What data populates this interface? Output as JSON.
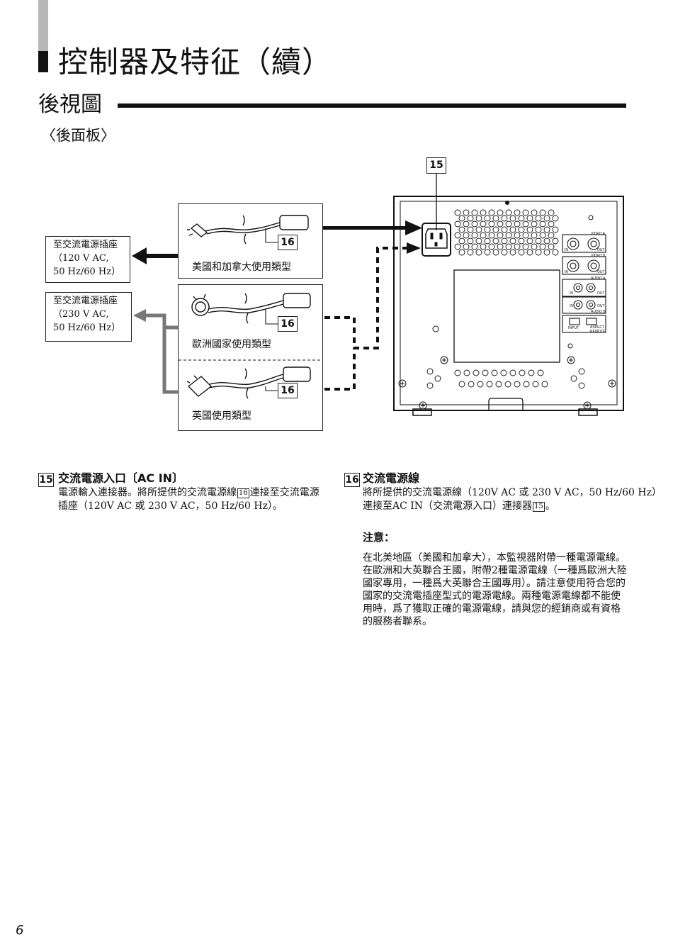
{
  "header": {
    "main_title": "控制器及特征（續）",
    "section_title": "後視圖",
    "panel_subtitle": "〈後面板〉"
  },
  "diagram": {
    "outlet_us": [
      "至交流電源插座",
      "（120 V AC,",
      "50 Hz/60 Hz）"
    ],
    "outlet_eu": [
      "至交流電源插座",
      "（230 V AC,",
      "50 Hz/60 Hz）"
    ],
    "callout_main": "15",
    "cord_number": "16",
    "cord_us_label": "美國和加拿大使用類型",
    "cord_eu_label": "歐洲國家使用類型",
    "cord_uk_label": "英國使用類型",
    "panel_labels": {
      "video_a": "VIDEO A",
      "video_b": "VIDEO B",
      "audio_a": "AUDIO A",
      "audio_b": "AUDIO B",
      "in": "IN",
      "out": "OUT",
      "input": "INPUT",
      "aspect": "ASPECT",
      "remote": "REMOTE"
    }
  },
  "items": {
    "item15": {
      "number": "15",
      "title": "交流電源入口〔AC IN〕",
      "line1_a": "電源輸入連接器。將所提供的交流電源線",
      "line1_ref": "16",
      "line1_b": "連接至交流電源",
      "line2": "插座（120V AC 或 230 V AC，50 Hz/60 Hz）。"
    },
    "item16": {
      "number": "16",
      "title": "交流電源線",
      "line1": "將所提供的交流電源線（120V AC 或  230 V AC，50 Hz/60 Hz）",
      "line2_a": "連接至AC IN（交流電源入口）連接器",
      "line2_ref": "15",
      "line2_b": "。"
    }
  },
  "caution": {
    "heading": "注意：",
    "lines": [
      "在北美地區（美國和加拿大），本監視器附帶一種電源電線。",
      "在歐洲和大英聯合王國，附帶2種電源電線（一種爲歐洲大陸",
      "國家專用，一種爲大英聯合王國專用）。請注意使用符合您的",
      "國家的交流電插座型式的電源電線。兩種電源電線都不能使",
      "用時，爲了獲取正確的電源電線，請與您的經銷商或有資格",
      "的服務者聯系。"
    ]
  },
  "footer": {
    "page_number": "6"
  }
}
